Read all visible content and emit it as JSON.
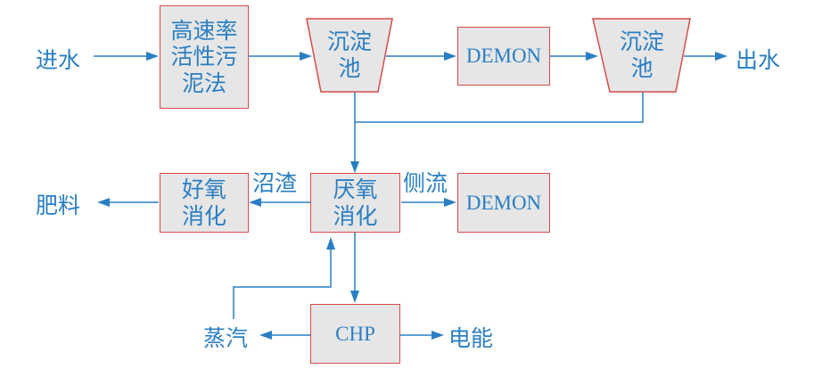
{
  "nodes": {
    "high_rate_activated_sludge": "高速率\n活性污\n泥法",
    "settling_tank_1": "沉淀\n池",
    "demon_main": "DEMON",
    "settling_tank_2": "沉淀\n池",
    "anaerobic_digestion": "厌氧\n消化",
    "aerobic_digestion": "好氧\n消化",
    "demon_side": "DEMON",
    "chp": "CHP"
  },
  "labels": {
    "influent": "进水",
    "effluent": "出水",
    "fertilizer": "肥料",
    "digestate": "沼渣",
    "sidestream": "侧流",
    "steam": "蒸汽",
    "electricity": "电能"
  },
  "colors": {
    "line": "#2a7fc4",
    "box_fill": "#e6e6e6",
    "box_border": "#d94a4a"
  }
}
